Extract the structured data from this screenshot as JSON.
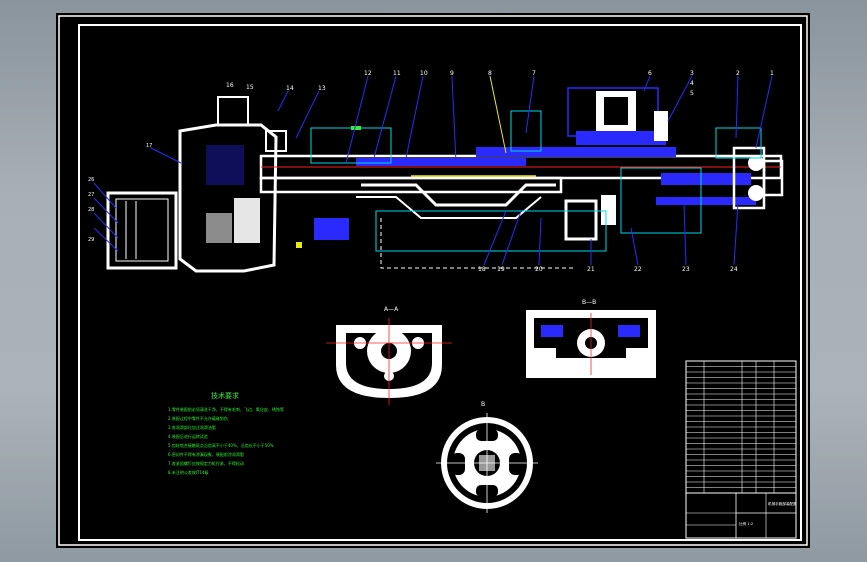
{
  "drawing": {
    "callouts_top": [
      "1",
      "2",
      "3",
      "4",
      "5",
      "6",
      "7",
      "8",
      "9",
      "10",
      "11",
      "12",
      "13",
      "14",
      "15",
      "16"
    ],
    "callouts_bottom": [
      "18",
      "19",
      "20",
      "21",
      "22",
      "23",
      "24"
    ],
    "callouts_left": [
      "17",
      "26",
      "27",
      "28",
      "29"
    ],
    "section_labels": [
      "A—A",
      "B—B",
      "B"
    ],
    "notes_title": "技术要求",
    "notes_lines": [
      "1.零件装配前必须清洗干净，不得有毛刺、飞边、氧化皮、锈蚀等",
      "2.装配过程中零件不允许磕碰划伤",
      "3.各润滑部位加注润滑油脂",
      "4.装配后进行运转试验",
      "5.齿轮啮合接触斑点沿齿高不小于40%，沿齿长不小于50%",
      "6.密封件不得有渗漏现象，装配前涂润滑脂",
      "7.各紧固螺钉应按规定力矩拧紧，不得松动",
      "8.未注明公差按IT14级"
    ],
    "title_block_lines": [
      "机械手腕部装配图",
      "比例 1:2"
    ]
  },
  "colors": {
    "sheet": "#000000",
    "frame": "#ffffff",
    "part_blue": "#2a2aff",
    "cyan": "#00d8e8",
    "red": "#ff2020",
    "green": "#33ee33",
    "yellow": "#e8e820",
    "white": "#ffffff"
  }
}
